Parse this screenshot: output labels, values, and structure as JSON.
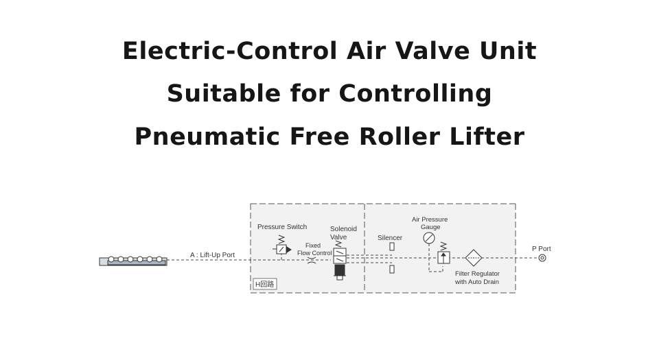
{
  "title": {
    "line1": "Electric-Control Air Valve Unit",
    "line2": "Suitable for Controlling",
    "line3": "Pneumatic Free Roller Lifter"
  },
  "labels": {
    "lift_up_port": "A : Lift-Up Port",
    "pressure_switch": "Pressure Switch",
    "fixed_flow_control_1": "Fixed",
    "fixed_flow_control_2": "Flow Control",
    "solenoid_valve_1": "Solenoid",
    "solenoid_valve_2": "Valve",
    "silencer": "Silencer",
    "air_pressure_gauge_1": "Air Pressure",
    "air_pressure_gauge_2": "Gauge",
    "filter_regulator_1": "Filter Regulator",
    "filter_regulator_2": "with Auto Drain",
    "p_port": "P Port",
    "circuit_tag": "H回路"
  },
  "colors": {
    "line": "#444444",
    "panel_fill": "#f2f2f2",
    "text": "#161616"
  },
  "icons": {
    "lifter": "roller-lifter-icon",
    "pressure_switch": "pressure-switch-icon",
    "flow_control": "flow-control-icon",
    "solenoid_valve": "solenoid-valve-icon",
    "silencer": "silencer-icon",
    "gauge": "pressure-gauge-icon",
    "regulator": "regulator-icon",
    "filter": "filter-icon",
    "port": "p-port-icon"
  }
}
